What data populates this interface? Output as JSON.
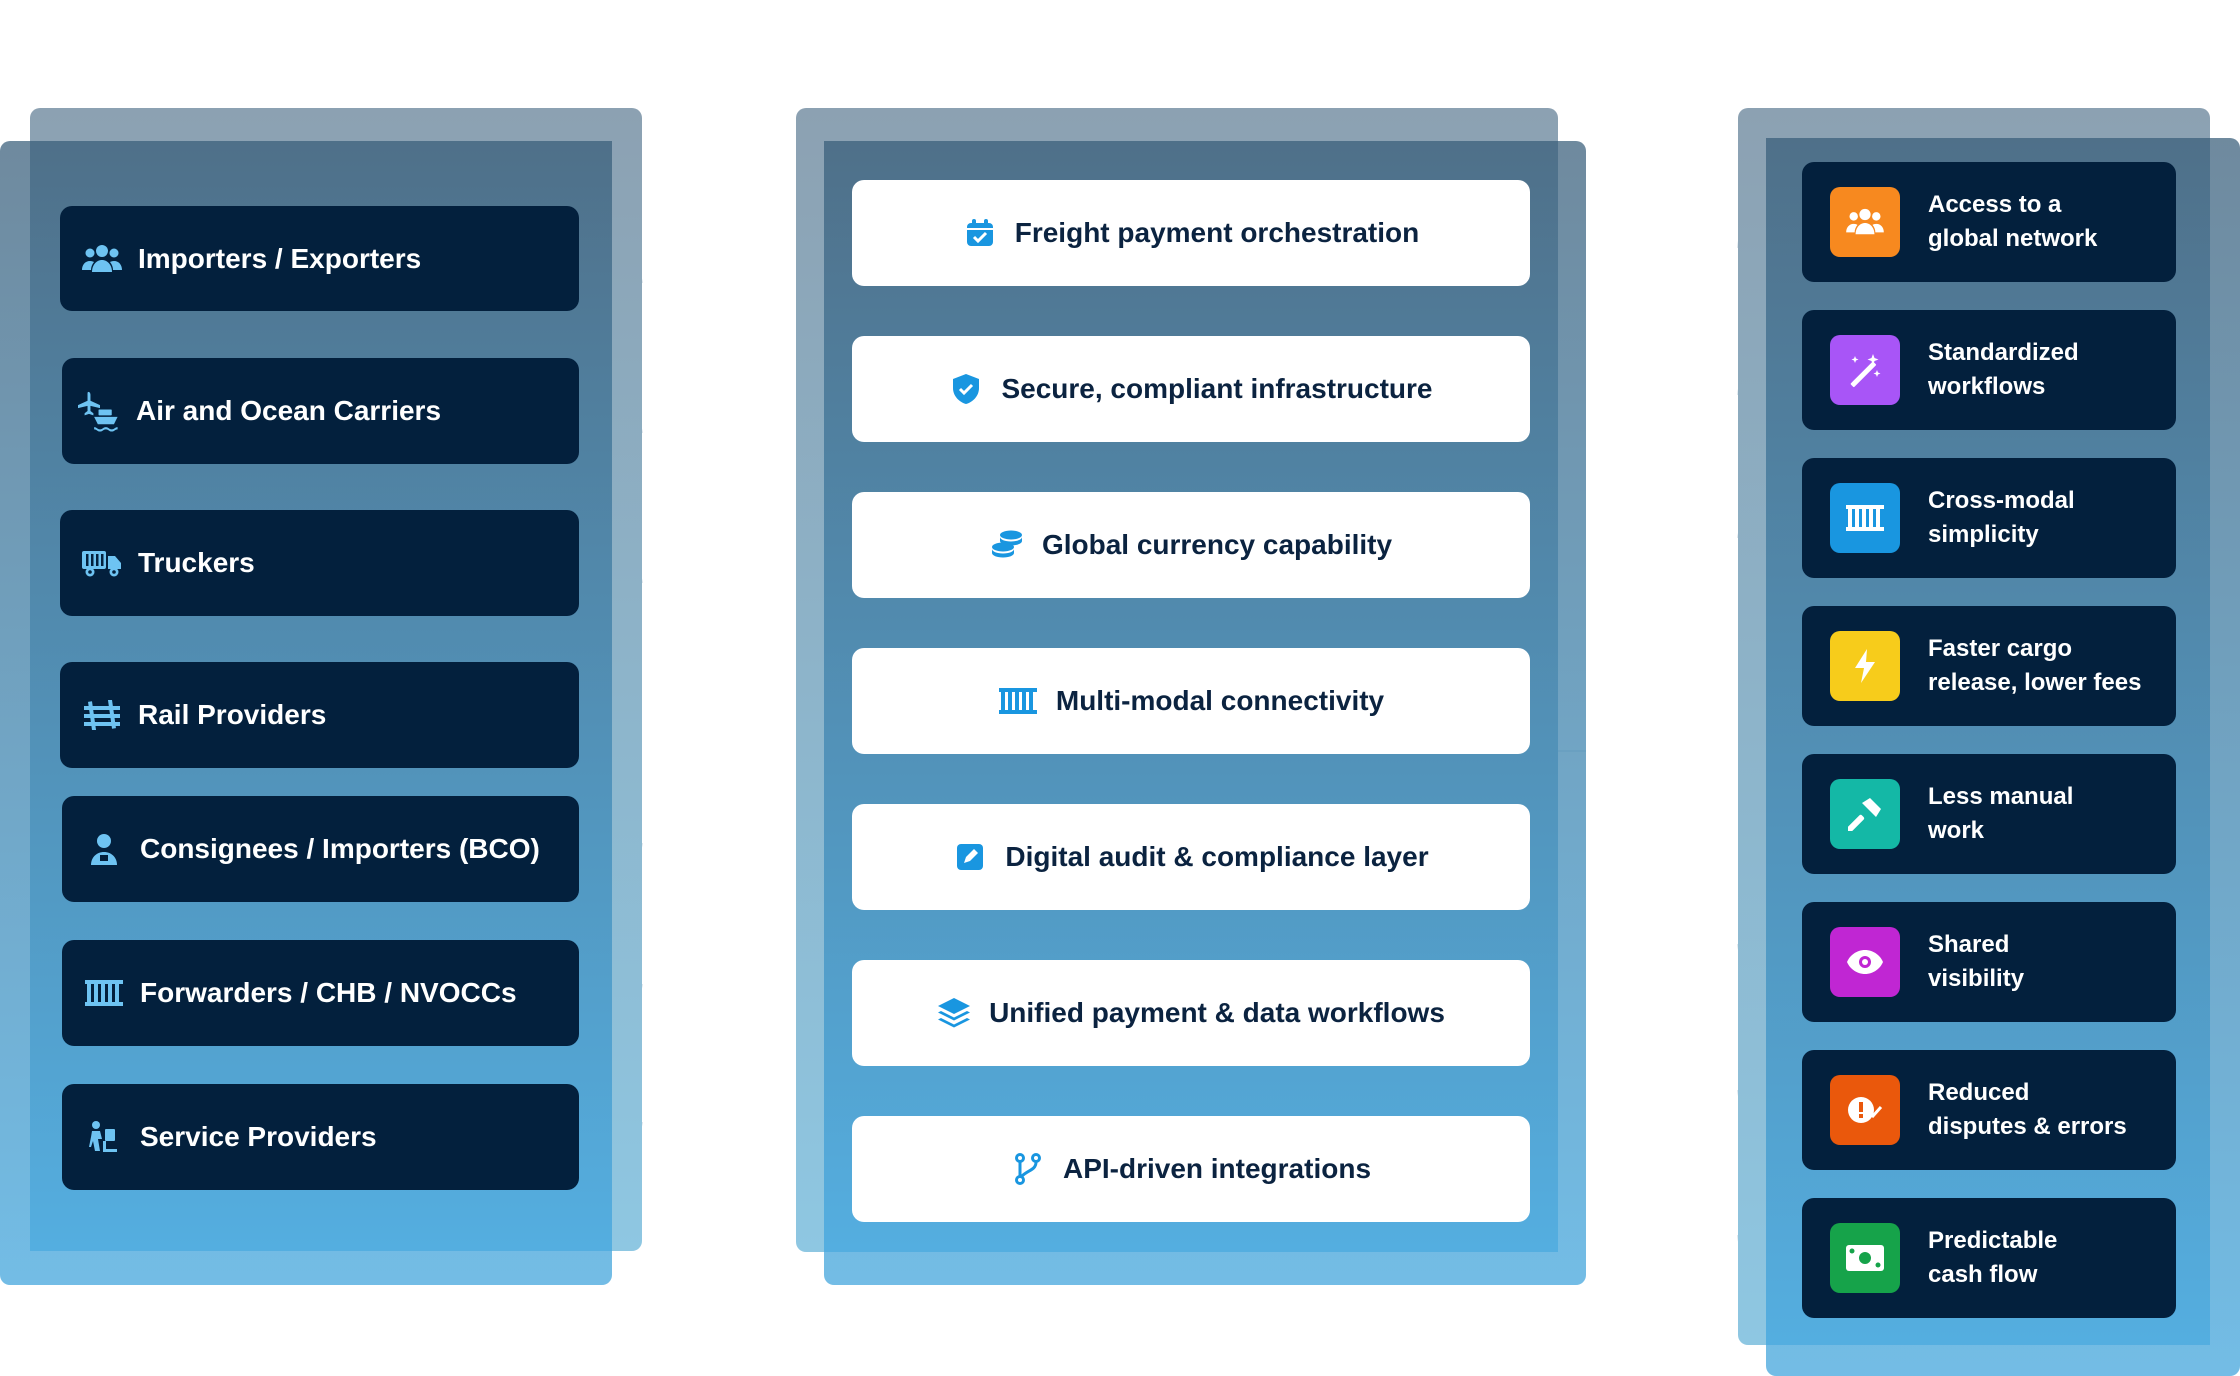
{
  "left": {
    "items": [
      {
        "label": "Importers / Exporters",
        "icon": "people-group-icon"
      },
      {
        "label": "Air and Ocean Carriers",
        "icon": "plane-ship-icon"
      },
      {
        "label": "Truckers",
        "icon": "truck-icon"
      },
      {
        "label": "Rail Providers",
        "icon": "rail-icon"
      },
      {
        "label": "Consignees / Importers (BCO)",
        "icon": "person-icon"
      },
      {
        "label": "Forwarders / CHB / NVOCCs",
        "icon": "container-icon"
      },
      {
        "label": "Service Providers",
        "icon": "dolly-icon"
      }
    ]
  },
  "middle": {
    "items": [
      {
        "label": "Freight payment orchestration",
        "icon": "calendar-check-icon"
      },
      {
        "label": "Secure, compliant infrastructure",
        "icon": "shield-check-icon"
      },
      {
        "label": "Global currency capability",
        "icon": "coins-icon"
      },
      {
        "label": "Multi-modal connectivity",
        "icon": "container-icon"
      },
      {
        "label": "Digital audit & compliance layer",
        "icon": "edit-square-icon"
      },
      {
        "label": "Unified payment & data workflows",
        "icon": "layers-icon"
      },
      {
        "label": "API-driven integrations",
        "icon": "branch-icon"
      }
    ]
  },
  "right": {
    "items": [
      {
        "line1": "Access to a",
        "line2": "global network",
        "icon": "people-group-icon",
        "color": "#f7891f"
      },
      {
        "line1": "Standardized",
        "line2": "workflows",
        "icon": "magic-wand-icon",
        "color": "#a855f7"
      },
      {
        "line1": "Cross-modal",
        "line2": "simplicity",
        "icon": "container-icon",
        "color": "#1996e0"
      },
      {
        "line1": "Faster cargo",
        "line2": "release, lower fees",
        "icon": "lightning-icon",
        "color": "#f7cc1b"
      },
      {
        "line1": "Less manual",
        "line2": "work",
        "icon": "hammer-icon",
        "color": "#14b8a6"
      },
      {
        "line1": "Shared",
        "line2": "visibility",
        "icon": "eye-icon",
        "color": "#c026d3"
      },
      {
        "line1": "Reduced",
        "line2": "disputes & errors",
        "icon": "alert-check-icon",
        "color": "#ea580c"
      },
      {
        "line1": "Predictable",
        "line2": "cash flow",
        "icon": "cash-icon",
        "color": "#16a34a"
      }
    ]
  },
  "colors": {
    "card_dark": "#03203d",
    "icon_light_blue": "#6ec3f2",
    "icon_blue": "#1996e0"
  }
}
